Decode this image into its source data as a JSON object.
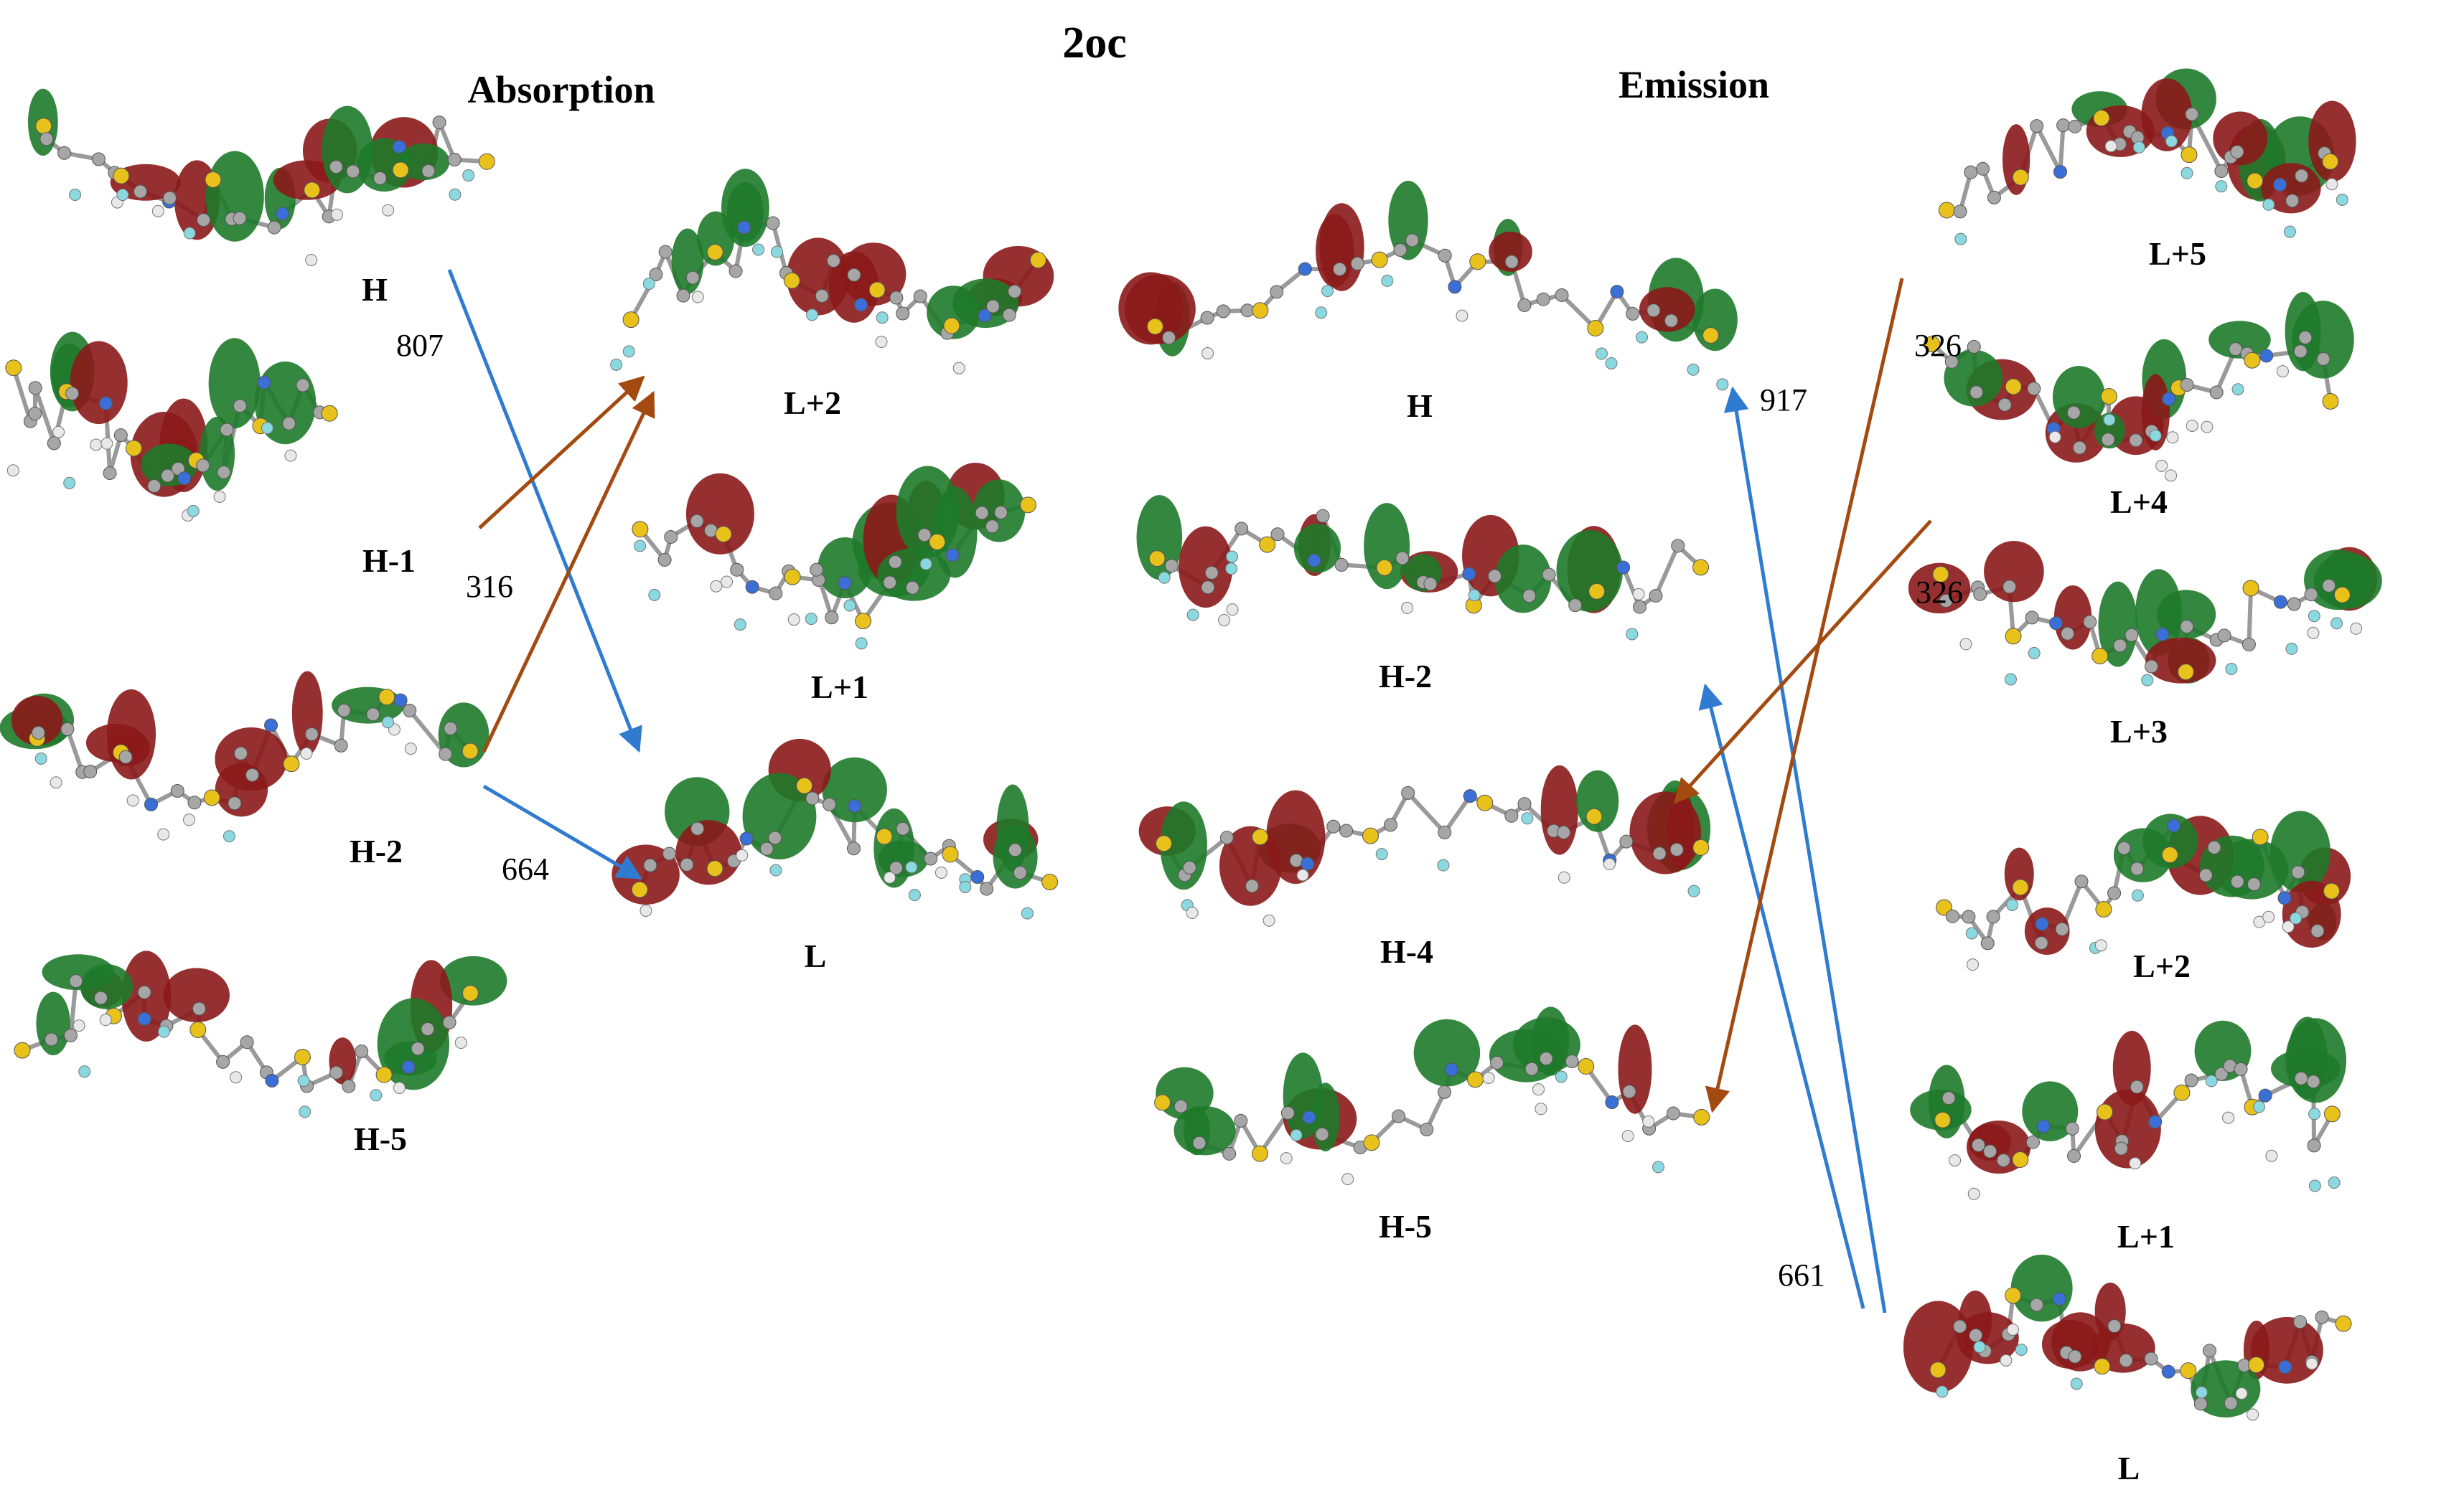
{
  "title": "2oc",
  "colors": {
    "lobe_a": "#8b1a1a",
    "lobe_b": "#1e7a2a",
    "atom_s": "#e8c21a",
    "atom_c": "#a6a6a6",
    "atom_h": "#e8e8e8",
    "atom_f": "#8ad8e0",
    "atom_n": "#3a6fd8",
    "arrow_blue": "#2f7bd0",
    "arrow_brown": "#a34a10"
  },
  "absorption": {
    "header": "Absorption",
    "orbitals": [
      "H",
      "H-1",
      "H-2",
      "H-5",
      "L+2",
      "L+1",
      "L"
    ],
    "transitions": [
      {
        "from": "H",
        "to": "L",
        "label": "807"
      },
      {
        "from": "H-1",
        "to": "L+2",
        "label": "316"
      },
      {
        "from": "H-2",
        "to": "L+2",
        "label": ""
      },
      {
        "from": "H-2",
        "to": "L",
        "label": "664"
      }
    ]
  },
  "emission": {
    "header": "Emission",
    "orbitals": [
      "H",
      "H-2",
      "H-4",
      "H-5",
      "L+5",
      "L+4",
      "L+3",
      "L+2",
      "L+1",
      "L"
    ],
    "transitions": [
      {
        "from": "L",
        "to": "H",
        "label": "917"
      },
      {
        "from": "L",
        "to": "H-2",
        "label": "661"
      },
      {
        "from": "L+5",
        "to": "H-5",
        "label": "326"
      },
      {
        "from": "L+4",
        "to": "H-4",
        "label": "326"
      }
    ]
  }
}
